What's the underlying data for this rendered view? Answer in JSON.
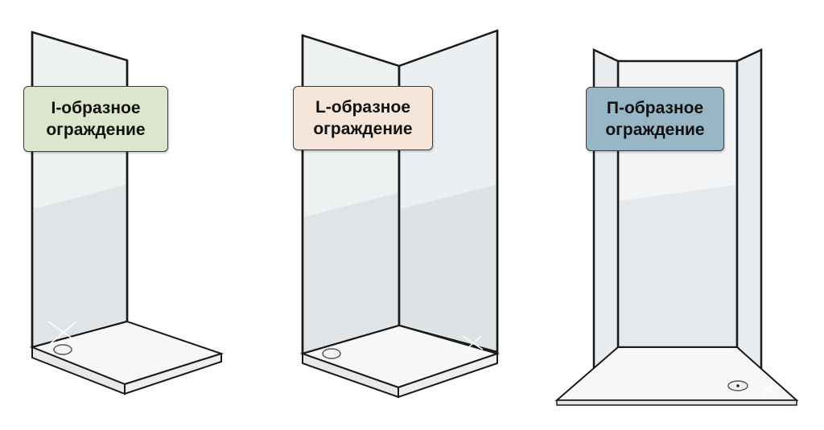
{
  "enclosures": [
    {
      "id": "i-shape",
      "label_line1": "I-образное",
      "label_line2": "ограждение",
      "label_color": "#dde6cd"
    },
    {
      "id": "l-shape",
      "label_line1": "L-образное",
      "label_line2": "ограждение",
      "label_color": "#f6e6da"
    },
    {
      "id": "u-shape",
      "label_line1": "П-образное",
      "label_line2": "ограждение",
      "label_color": "#98b6c6"
    }
  ],
  "colors": {
    "outline": "#1a1a1a",
    "panel_fill": "#f1f3f4",
    "panel_shade": "#dfe3e5",
    "tray_fill": "#f7f7f7",
    "tray_edge": "#e4e4e4"
  }
}
